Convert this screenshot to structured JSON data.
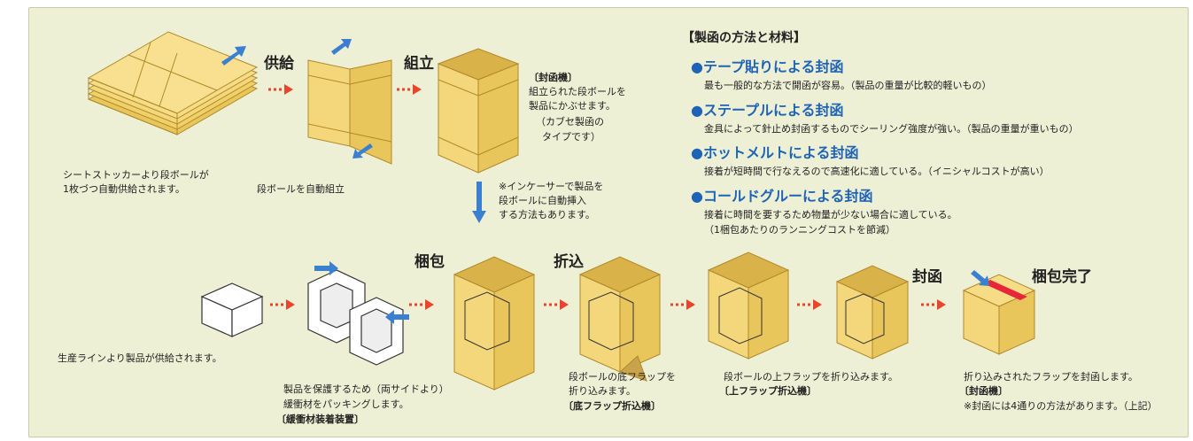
{
  "labels": {
    "supply": "供給",
    "assembly": "組立",
    "pack": "梱包",
    "fold": "折込",
    "seal": "封函",
    "complete": "梱包完了"
  },
  "captions": {
    "sheet_stacker_1": "シートストッカーより段ボールが",
    "sheet_stacker_2": "1枚づつ自動供給されます。",
    "auto_assemble": "段ボールを自動組立",
    "caser_title": "〔封函機〕",
    "caser_1": "組立られた段ボールを",
    "caser_2": "製品にかぶせます。",
    "caser_3": "（カブセ製函の",
    "caser_4": "タイプです）",
    "inserter_1": "※インケーサーで製品を",
    "inserter_2": "段ボールに自動挿入",
    "inserter_3": "する方法もあります。",
    "product_supply": "生産ラインより製品が供給されます。",
    "cushion_1": "製品を保護するため（両サイドより）",
    "cushion_2": "緩衝材をパッキングします。",
    "cushion_3": "〔緩衝材装着装置〕",
    "bottom_flap_1": "段ボールの底フラップを",
    "bottom_flap_2": "折り込みます。",
    "bottom_flap_3": "〔底フラップ折込機〕",
    "top_flap_1": "段ボールの上フラップを折り込みます。",
    "top_flap_2": "〔上フラップ折込機〕",
    "final_1": "折り込みされたフラップを封函します。",
    "final_2": "〔封函機〕",
    "final_3": "※封函には4通りの方法があります。（上記）"
  },
  "methods": {
    "heading": "【製函の方法と材料】",
    "items": [
      {
        "title": "●テープ貼りによる封函",
        "desc": "最も一般的な方法で開函が容易。（製品の重量が比較的軽いもの）"
      },
      {
        "title": "●ステープルによる封函",
        "desc": "金具によって針止め封函するものでシーリング強度が強い。（製品の重量が重いもの）"
      },
      {
        "title": "●ホットメルトによる封函",
        "desc": "接着が短時間で行なえるので高速化に適している。（イニシャルコストが高い）"
      },
      {
        "title": "●コールドグルーによる封函",
        "desc": "接着に時間を要するため物量が少ない場合に適している。",
        "desc2": "（1梱包あたりのランニングコストを節減）"
      }
    ]
  },
  "colors": {
    "panel": "#eef0d5",
    "box_fill": "#f4d77a",
    "box_edge": "#b08a2a",
    "arrow_red": "#e8452a",
    "arrow_blue": "#3a7fd0",
    "heading_blue": "#1f63b6"
  }
}
